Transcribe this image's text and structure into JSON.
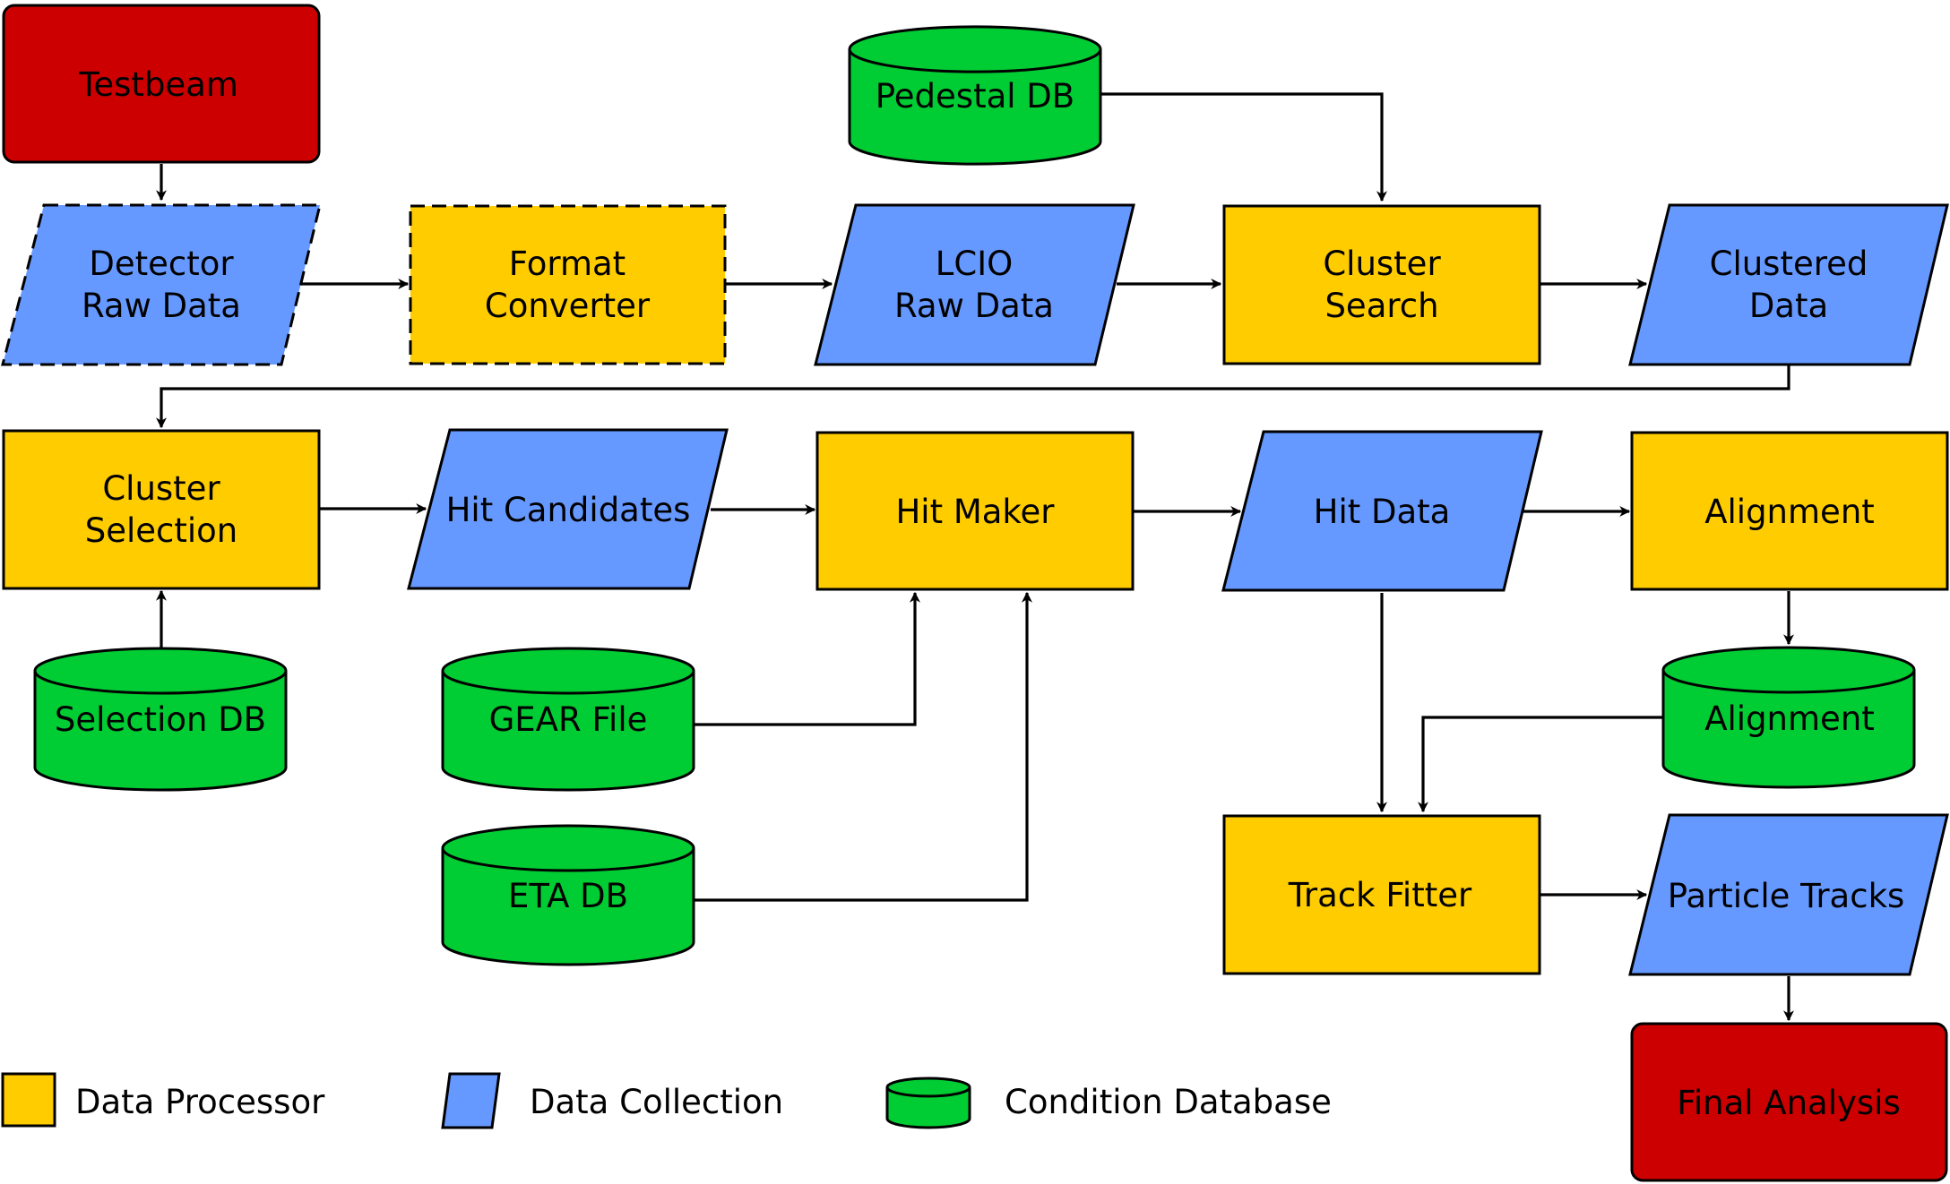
{
  "colors": {
    "processor": "#ffcc00",
    "collection": "#6699ff",
    "database": "#00cc33",
    "endpoint": "#cc0000",
    "line": "#000000"
  },
  "nodes": {
    "testbeam": {
      "lines": [
        "Testbeam"
      ],
      "kind": "endpoint"
    },
    "detector_raw_data": {
      "lines": [
        "Detector",
        "Raw Data"
      ],
      "kind": "collection"
    },
    "format_converter": {
      "lines": [
        "Format",
        "Converter"
      ],
      "kind": "processor"
    },
    "lcio_raw_data": {
      "lines": [
        "LCIO",
        "Raw Data"
      ],
      "kind": "collection"
    },
    "pedestal_db": {
      "lines": [
        "Pedestal DB"
      ],
      "kind": "database"
    },
    "cluster_search": {
      "lines": [
        "Cluster",
        "Search"
      ],
      "kind": "processor"
    },
    "clustered_data": {
      "lines": [
        "Clustered",
        "Data"
      ],
      "kind": "collection"
    },
    "cluster_selection": {
      "lines": [
        "Cluster",
        "Selection"
      ],
      "kind": "processor"
    },
    "hit_candidates": {
      "lines": [
        "Hit Candidates"
      ],
      "kind": "collection"
    },
    "hit_maker": {
      "lines": [
        "Hit Maker"
      ],
      "kind": "processor"
    },
    "hit_data": {
      "lines": [
        "Hit Data"
      ],
      "kind": "collection"
    },
    "alignment_processor": {
      "lines": [
        "Alignment"
      ],
      "kind": "processor"
    },
    "selection_db": {
      "lines": [
        "Selection DB"
      ],
      "kind": "database"
    },
    "gear_file": {
      "lines": [
        "GEAR File"
      ],
      "kind": "database"
    },
    "eta_db": {
      "lines": [
        "ETA DB"
      ],
      "kind": "database"
    },
    "alignment_db": {
      "lines": [
        "Alignment"
      ],
      "kind": "database"
    },
    "track_fitter": {
      "lines": [
        "Track Fitter"
      ],
      "kind": "processor"
    },
    "particle_tracks": {
      "lines": [
        "Particle Tracks"
      ],
      "kind": "collection"
    },
    "final_analysis": {
      "lines": [
        "Final Analysis"
      ],
      "kind": "endpoint"
    }
  },
  "edges": [
    {
      "from": "testbeam",
      "to": "detector_raw_data"
    },
    {
      "from": "detector_raw_data",
      "to": "format_converter"
    },
    {
      "from": "format_converter",
      "to": "lcio_raw_data"
    },
    {
      "from": "lcio_raw_data",
      "to": "cluster_search"
    },
    {
      "from": "pedestal_db",
      "to": "cluster_search"
    },
    {
      "from": "cluster_search",
      "to": "clustered_data"
    },
    {
      "from": "clustered_data",
      "to": "cluster_selection"
    },
    {
      "from": "cluster_selection",
      "to": "hit_candidates"
    },
    {
      "from": "selection_db",
      "to": "cluster_selection"
    },
    {
      "from": "hit_candidates",
      "to": "hit_maker"
    },
    {
      "from": "gear_file",
      "to": "hit_maker"
    },
    {
      "from": "eta_db",
      "to": "hit_maker"
    },
    {
      "from": "hit_maker",
      "to": "hit_data"
    },
    {
      "from": "hit_data",
      "to": "alignment_processor"
    },
    {
      "from": "alignment_processor",
      "to": "alignment_db"
    },
    {
      "from": "hit_data",
      "to": "track_fitter"
    },
    {
      "from": "alignment_db",
      "to": "track_fitter"
    },
    {
      "from": "track_fitter",
      "to": "particle_tracks"
    },
    {
      "from": "particle_tracks",
      "to": "final_analysis"
    }
  ],
  "legend": {
    "processor": "Data Processor",
    "collection": "Data Collection",
    "database": "Condition Database"
  }
}
